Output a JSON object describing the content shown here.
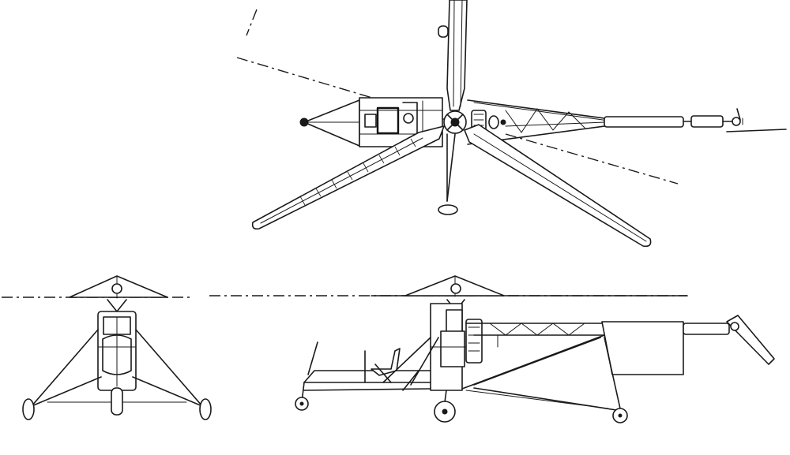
{
  "drawing": {
    "views": [
      "plan-view",
      "front-view",
      "side-view"
    ],
    "colors": {
      "ink": "#1a1a1a",
      "paper": "#ffffff"
    }
  }
}
